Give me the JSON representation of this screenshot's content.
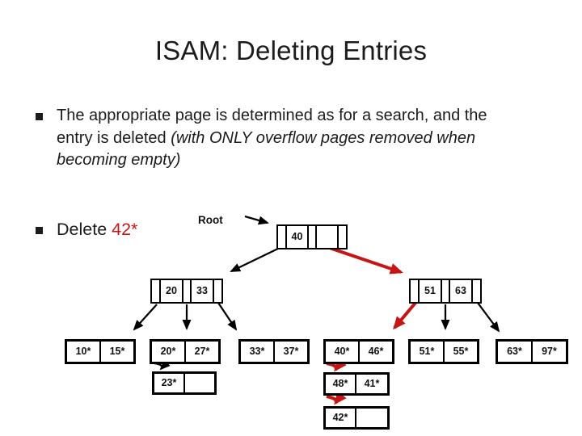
{
  "slide": {
    "title": "ISAM: Deleting Entries",
    "bullet1": {
      "line1": "The appropriate page is determined as for a search, and the",
      "line2_plain": "entry is deleted ",
      "line2_italic": "(with ONLY overflow pages removed when",
      "line3_italic": "becoming empty)"
    },
    "bullet2": {
      "plain": "Delete ",
      "highlight": "42*"
    }
  },
  "tree": {
    "root_label": "Root",
    "root": {
      "keys": [
        "40",
        ""
      ]
    },
    "inner": [
      {
        "keys": [
          "20",
          "33"
        ]
      },
      {
        "keys": [
          "51",
          "63"
        ]
      }
    ],
    "leaves": [
      {
        "cells": [
          "10*",
          "15*"
        ]
      },
      {
        "cells": [
          "20*",
          "27*"
        ]
      },
      {
        "cells": [
          "33*",
          "37*"
        ]
      },
      {
        "cells": [
          "40*",
          "46*"
        ]
      },
      {
        "cells": [
          "51*",
          "55*"
        ]
      },
      {
        "cells": [
          "63*",
          "97*"
        ]
      }
    ],
    "overflow": [
      {
        "cells": [
          "23*",
          ""
        ]
      },
      {
        "cells": [
          "48*",
          "41*"
        ]
      },
      {
        "cells": [
          "42*",
          ""
        ]
      }
    ]
  },
  "colors": {
    "accent_red": "#c81414",
    "text": "#1c1c1c"
  }
}
